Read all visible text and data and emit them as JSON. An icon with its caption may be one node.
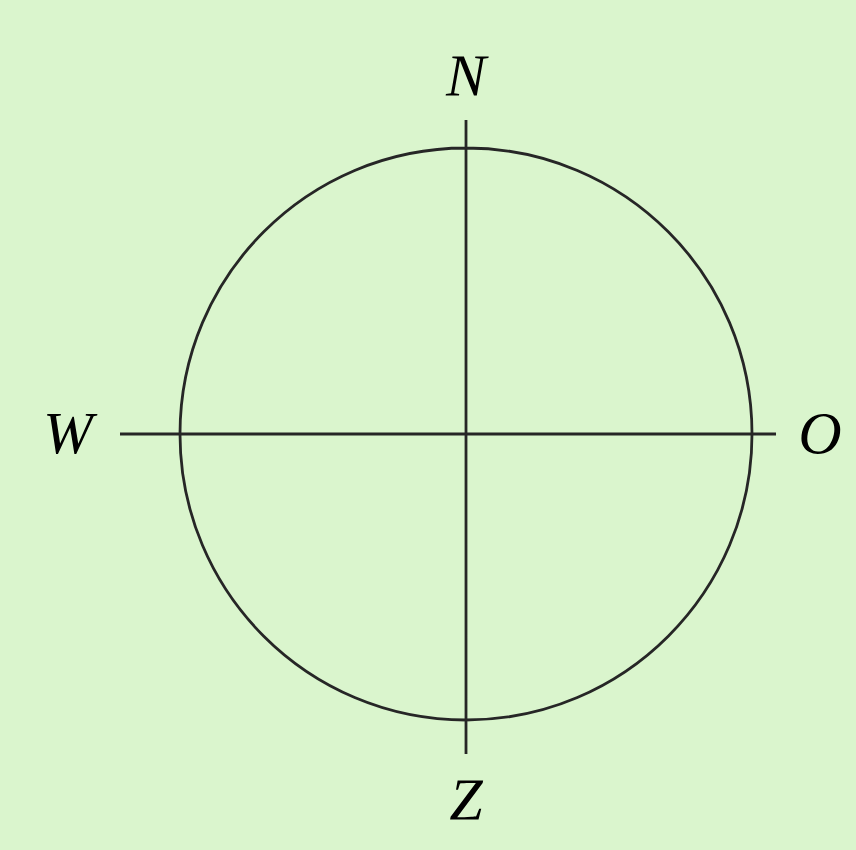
{
  "diagram": {
    "labels": [
      "N",
      "W",
      "O",
      "Z"
    ]
  }
}
